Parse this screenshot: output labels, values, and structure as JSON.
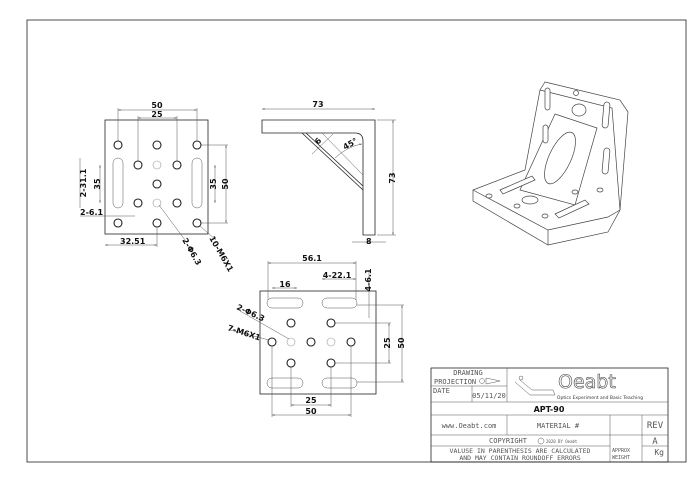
{
  "front_view": {
    "dims": {
      "w50": "50",
      "w25": "25",
      "slot_len": "2-31.1",
      "h35_left": "35",
      "slot_w": "2-6.1",
      "offset": "32.51",
      "h35_right": "35",
      "h50_right": "50",
      "thread": "10-M6X1",
      "bore": "2-Φ6.3"
    }
  },
  "side_view": {
    "dims": {
      "width": "73",
      "height": "73",
      "thickness": "8",
      "angle": "45°",
      "gusset": "6"
    }
  },
  "bottom_view": {
    "dims": {
      "span": "56.1",
      "slot_len": "16",
      "slots": "4-22.1",
      "slot_w": "4-6.1",
      "h25": "25",
      "h50": "50",
      "w25": "25",
      "w50": "50",
      "bore": "2-Φ6.3",
      "thread": "7-M6X1"
    }
  },
  "title_block": {
    "drawing_label": "DRAWING",
    "projection_label": "PROJECTION",
    "date_label": "DATE",
    "date": "05/11/20",
    "logo_text": "Oeabt",
    "logo_tagline": "Optics Experiment and Basic Teaching",
    "part_number": "APT-90",
    "website": "www.Oeabt.com",
    "material": "MATERIAL #",
    "rev_label": "REV",
    "rev": "A",
    "copyright": "COPYRIGHT",
    "copyright_small": "2020 BY Oeabt",
    "note_line1": "VALUSE IN PARENTHESIS ARE CALCULATED",
    "note_line2": "AND MAY CONTAIN ROUNDOFF ERRORS",
    "approx_label": "APPROX",
    "weight_label": "WEIGHT",
    "weight_unit": "Kg"
  }
}
